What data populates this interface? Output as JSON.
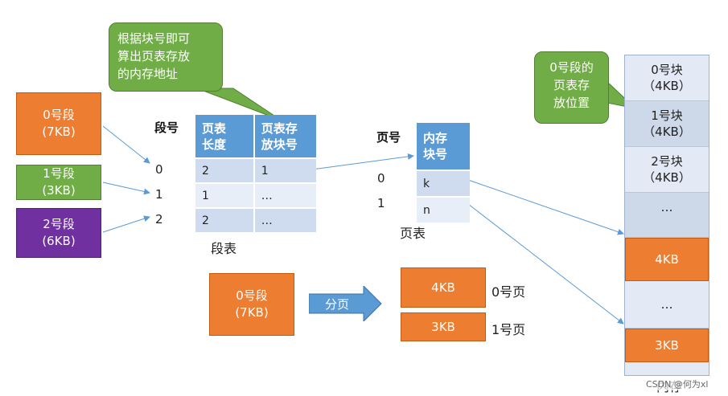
{
  "callout_top": {
    "lines": [
      "根据块号即可",
      "算出页表存放",
      "的内存地址"
    ],
    "color": "#70ad47"
  },
  "callout_right": {
    "lines": [
      "0号段的",
      "页表存",
      "放位置"
    ],
    "color": "#70ad47"
  },
  "segments": [
    {
      "name": "0号段",
      "size": "(7KB)",
      "color": "#ed7d31"
    },
    {
      "name": "1号段",
      "size": "(3KB)",
      "color": "#70ad47"
    },
    {
      "name": "2号段",
      "size": "(6KB)",
      "color": "#7030a0"
    }
  ],
  "segment_table": {
    "col_label": "段号",
    "header": {
      "col1": [
        "页表",
        "长度"
      ],
      "col2": [
        "页表存",
        "放块号"
      ]
    },
    "rows": [
      {
        "seg_no": "0",
        "length": "2",
        "block": "1"
      },
      {
        "seg_no": "1",
        "length": "1",
        "block": "…"
      },
      {
        "seg_no": "2",
        "length": "2",
        "block": "…"
      }
    ],
    "caption": "段表"
  },
  "page_table": {
    "col_label": "页号",
    "header": [
      "内存",
      "块号"
    ],
    "rows": [
      {
        "page_no": "0",
        "block": "k"
      },
      {
        "page_no": "1",
        "block": "n"
      }
    ],
    "caption": "页表"
  },
  "paging_demo": {
    "segment": {
      "name": "0号段",
      "size": "(7KB)"
    },
    "arrow_label": "分页",
    "pages": [
      {
        "size": "4KB",
        "label": "0号页"
      },
      {
        "size": "3KB",
        "label": "1号页"
      }
    ]
  },
  "memory": {
    "blocks": [
      {
        "lines": [
          "0号块",
          "（4KB）"
        ],
        "style": "light"
      },
      {
        "lines": [
          "1号块",
          "（4KB）"
        ],
        "style": "gray"
      },
      {
        "lines": [
          "2号块",
          "（4KB）"
        ],
        "style": "light"
      },
      {
        "lines": [
          "…"
        ],
        "style": "gray"
      },
      {
        "lines": [
          "4KB"
        ],
        "style": "orange"
      },
      {
        "lines": [
          "…"
        ],
        "style": "light"
      },
      {
        "lines": [
          "3KB"
        ],
        "style": "orange"
      },
      {
        "lines": [
          ""
        ],
        "style": "light"
      }
    ],
    "caption": "内存"
  },
  "watermark": "CSDN @何为xl",
  "colors": {
    "header_blue": "#5b9bd5",
    "arrow_blue": "#5b9bd5",
    "orange": "#ed7d31",
    "green": "#70ad47",
    "purple": "#7030a0"
  }
}
